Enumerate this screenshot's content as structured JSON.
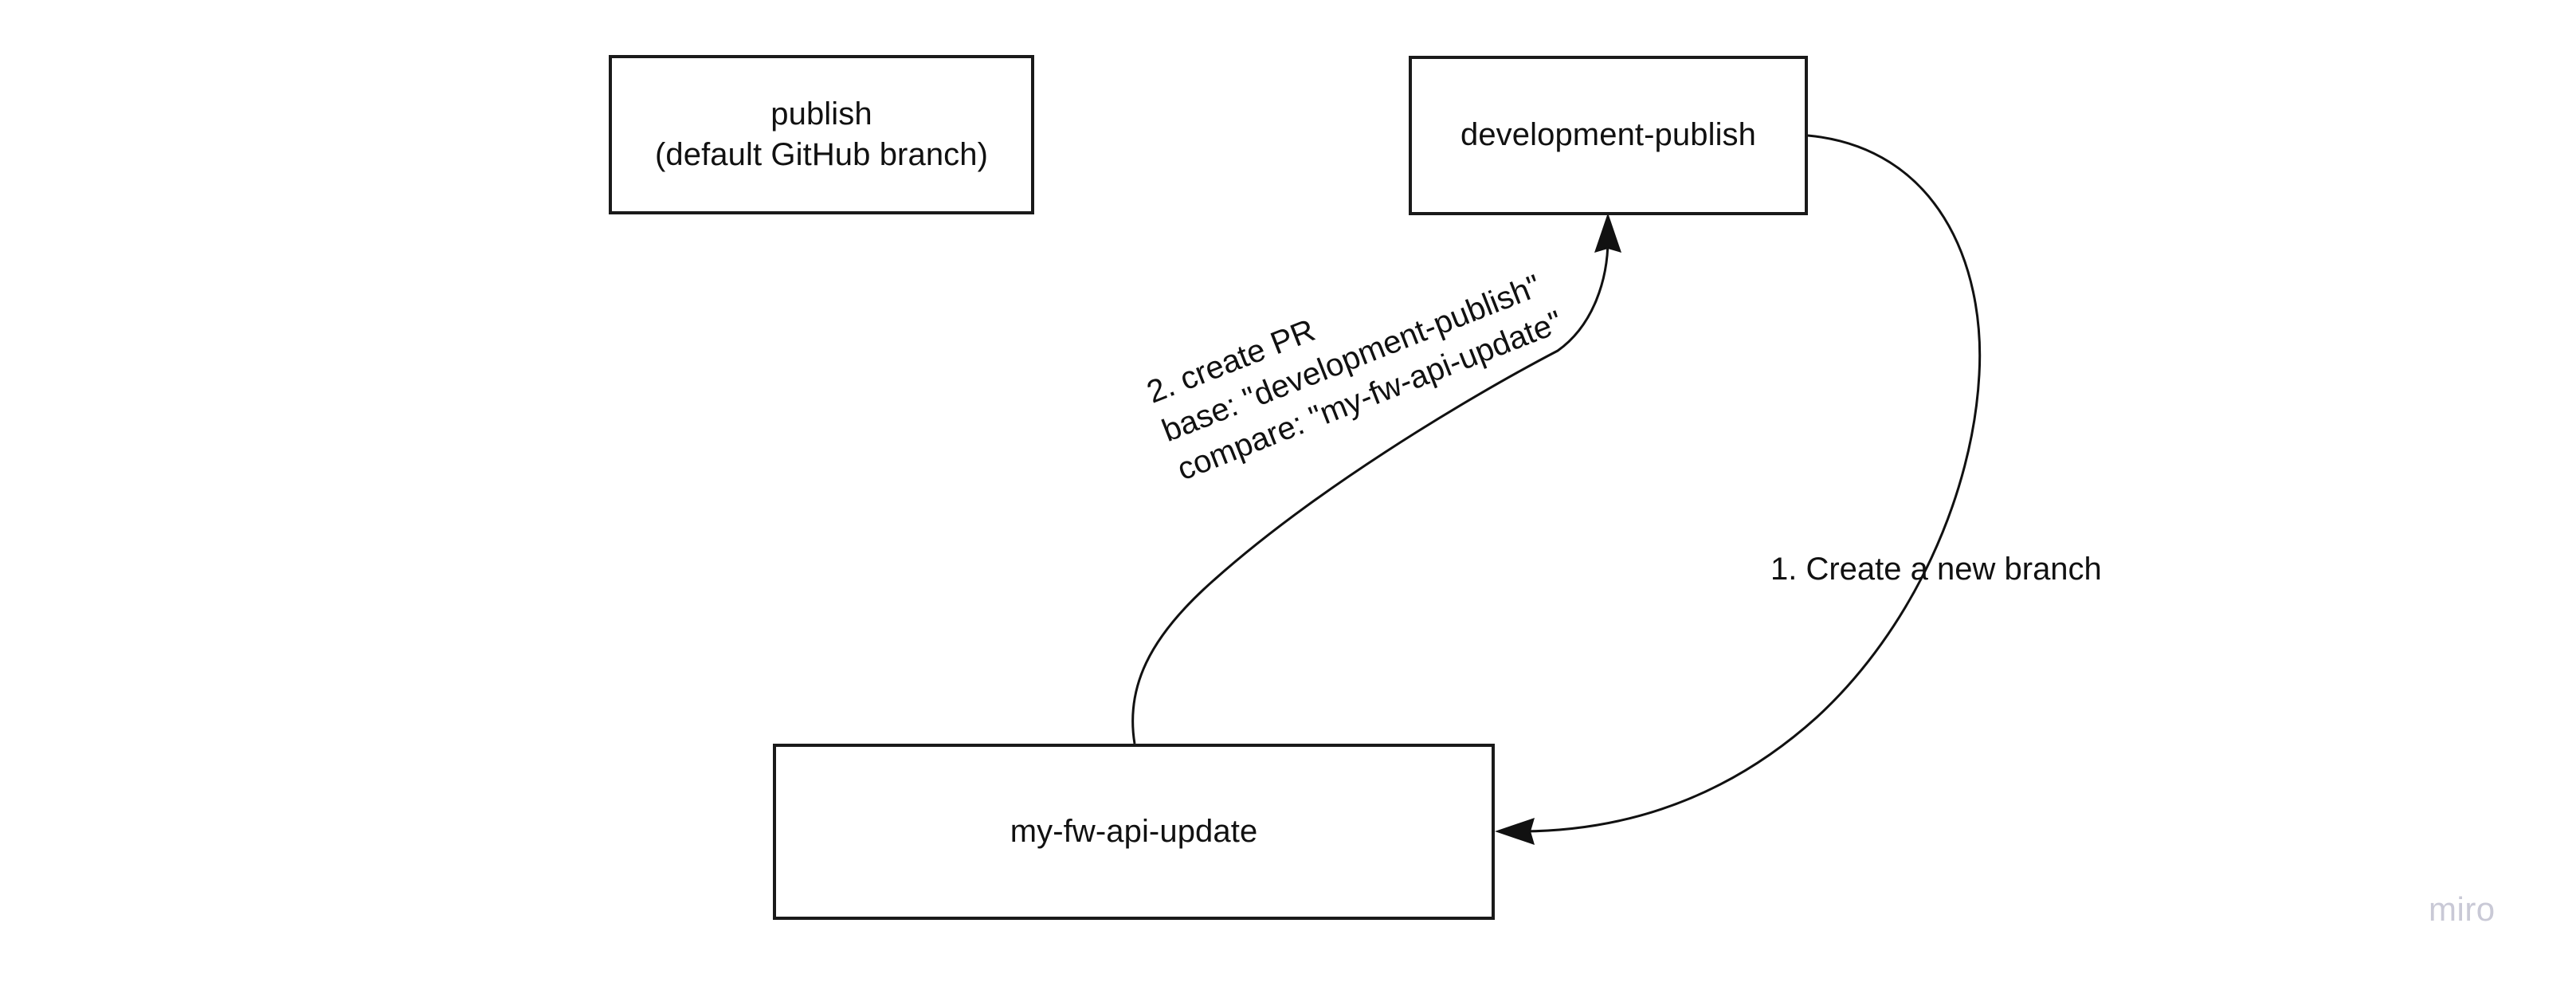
{
  "board": {
    "background_color": "#ffffff",
    "stroke_color": "#111111",
    "watermark": "miro"
  },
  "nodes": [
    {
      "id": "publish",
      "label": "publish\n(default GitHub branch)"
    },
    {
      "id": "development-publish",
      "label": "development-publish"
    },
    {
      "id": "my-fw-api-update",
      "label": "my-fw-api-update"
    }
  ],
  "edges": [
    {
      "id": "create-branch",
      "label": "1. Create a new branch",
      "from": "development-publish",
      "to": "my-fw-api-update"
    },
    {
      "id": "create-pr",
      "label": "2. create PR\nbase: \"development-publish\"\ncompare: \"my-fw-api-update\"",
      "from": "my-fw-api-update",
      "to": "development-publish"
    }
  ]
}
